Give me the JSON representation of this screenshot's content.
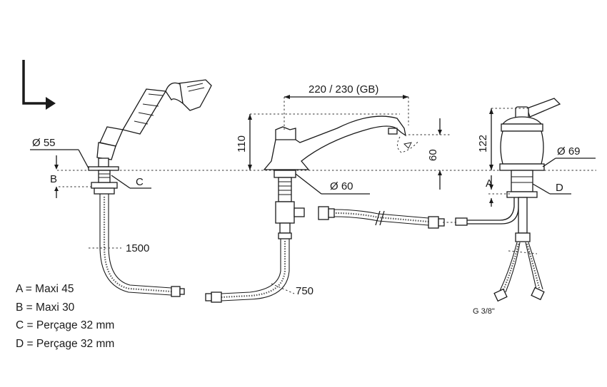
{
  "dimensions": {
    "shower_diameter": "Ø 55",
    "spout_reach": "220 / 230 (GB)",
    "spout_height": "110",
    "spout_drop": "60",
    "spout_base_diameter": "Ø 60",
    "valve_height": "122",
    "valve_diameter": "Ø 69",
    "hose_shower_length": "1500",
    "hose_spout_length": "750",
    "connection_thread": "G 3/8\""
  },
  "markers": {
    "a": "A",
    "b": "B",
    "c": "C",
    "d": "D"
  },
  "legend": [
    {
      "key": "A",
      "separator": "=",
      "text": "Maxi 45"
    },
    {
      "key": "B",
      "separator": "=",
      "text": "Maxi 30"
    },
    {
      "key": "C",
      "separator": "=",
      "text": "Perçage 32 mm"
    },
    {
      "key": "D",
      "separator": "=",
      "text": "Perçage 32 mm"
    }
  ]
}
